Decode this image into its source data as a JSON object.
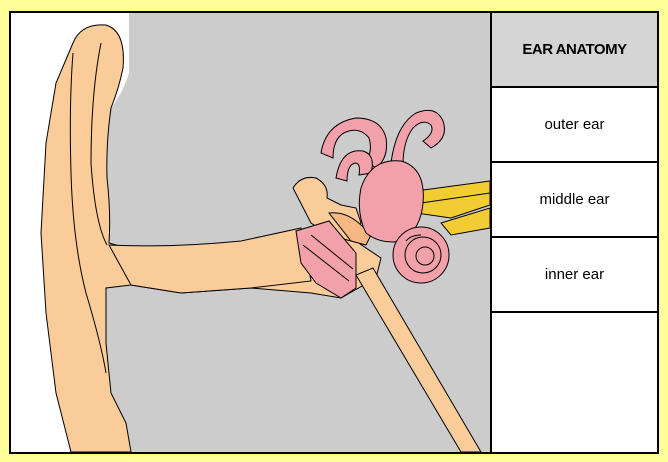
{
  "sidebar": {
    "title": "EAR ANATOMY",
    "items": [
      {
        "label": "outer ear"
      },
      {
        "label": "middle ear"
      },
      {
        "label": "inner ear"
      }
    ]
  },
  "colors": {
    "page_background": "#ffff99",
    "illustration_background": "#cccccc",
    "skin": "#f9cc99",
    "inner_ear_pink": "#f2a0aa",
    "nerve_yellow": "#f2cc33",
    "header_background": "#d4d4d4"
  }
}
